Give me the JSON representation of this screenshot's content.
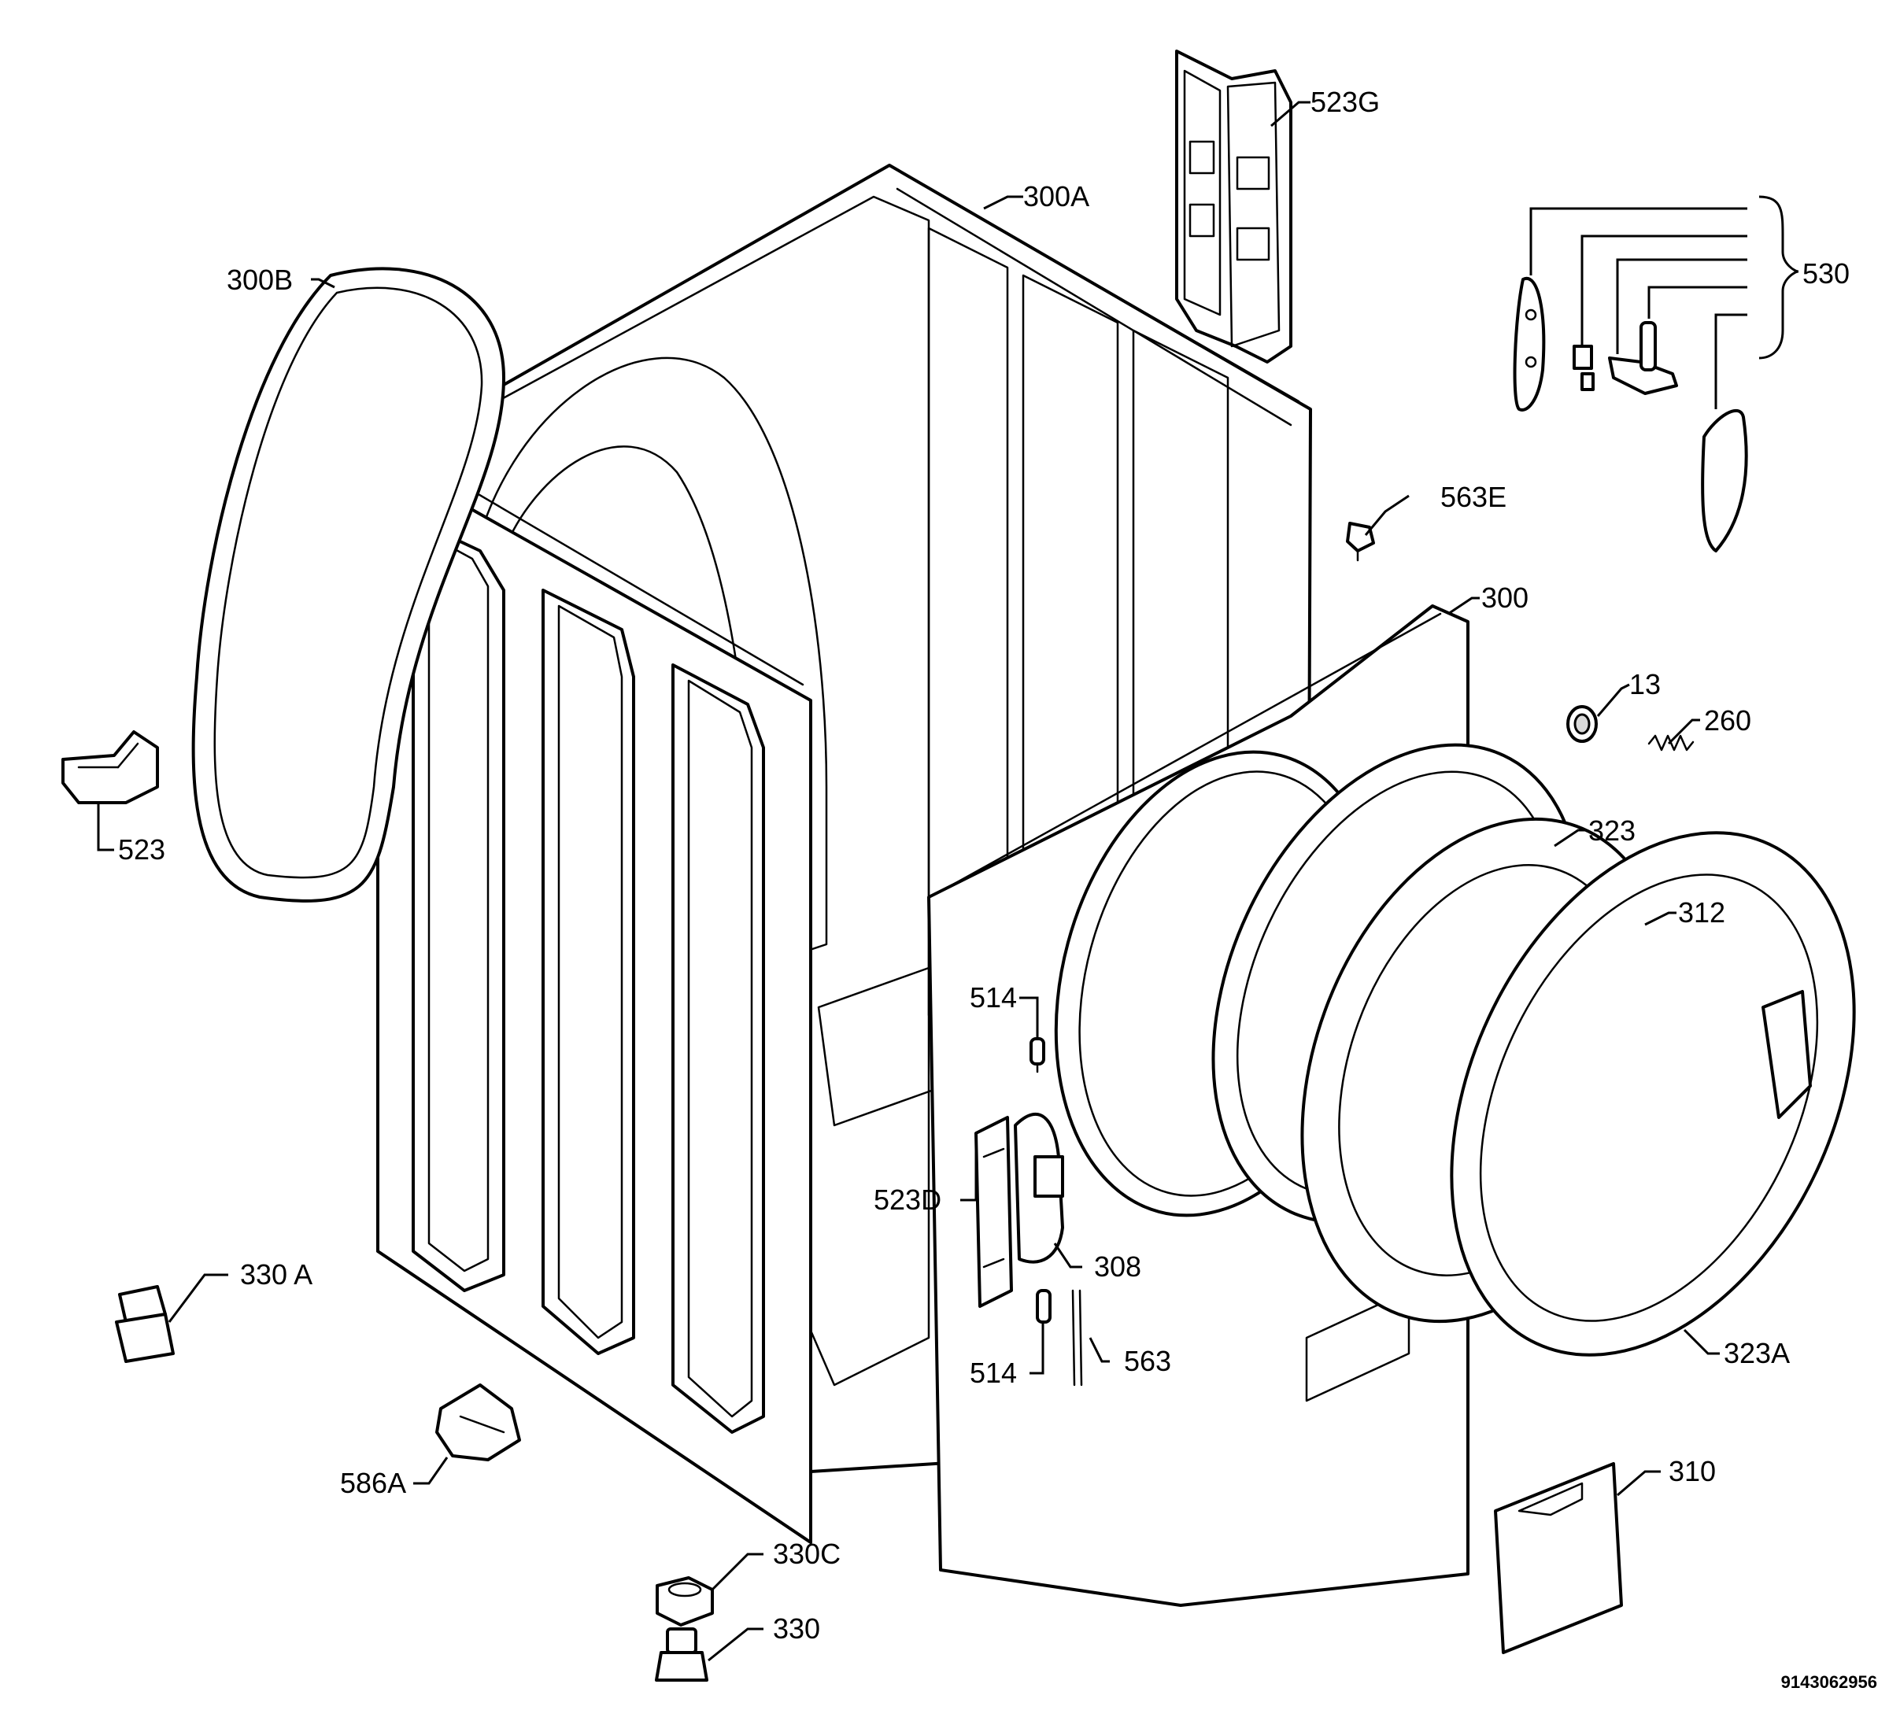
{
  "diagram": {
    "document_number": "9143062956",
    "labels": {
      "l300A": "300A",
      "l300B": "300B",
      "l523G": "523G",
      "l530": "530",
      "l563E": "563E",
      "l300": "300",
      "l13": "13",
      "l260": "260",
      "l523": "523",
      "l323": "323",
      "l312": "312",
      "l514a": "514",
      "l523D": "523D",
      "l308": "308",
      "l514b": "514",
      "l563": "563",
      "l330A": "330 A",
      "l323A": "323A",
      "l586A": "586A",
      "l310": "310",
      "l330C": "330C",
      "l330": "330"
    }
  }
}
